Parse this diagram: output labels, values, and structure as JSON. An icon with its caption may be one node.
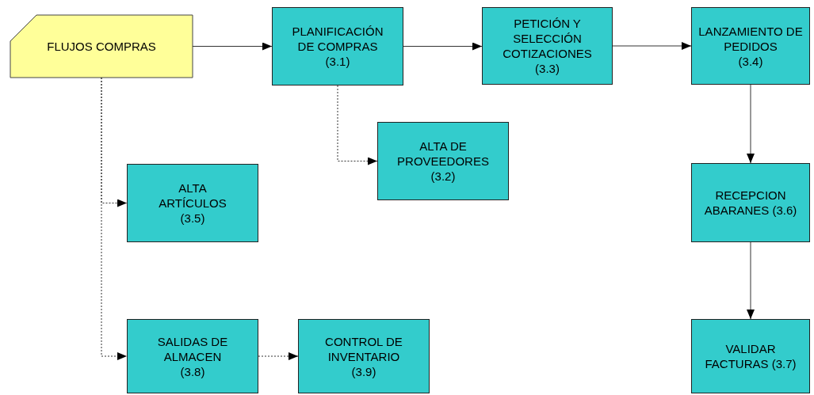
{
  "diagram": {
    "nodes": [
      {
        "text": [
          "FLUJOS COMPRAS"
        ]
      },
      {
        "text": [
          "PLANIFICACIÓN DE COMPRAS",
          "(3.1)"
        ]
      },
      {
        "text": [
          "ALTA DE PROVEEDORES",
          "(3.2)"
        ]
      },
      {
        "text": [
          "PETICIÓN Y SELECCIÓN COTIZACIONES",
          "(3.3)"
        ]
      },
      {
        "text": [
          "LANZAMIENTO DE PEDIDOS",
          "(3.4)"
        ]
      },
      {
        "text": [
          "ALTA ARTÍCULOS",
          "(3.5)"
        ]
      },
      {
        "text": [
          "RECEPCION ABARANES (3.6)"
        ]
      },
      {
        "text": [
          "SALIDAS DE ALMACEN",
          "(3.8)"
        ]
      },
      {
        "text": [
          "CONTROL DE INVENTARIO",
          "(3.9)"
        ]
      },
      {
        "text": [
          "VALIDAR FACTURAS (3.7)"
        ]
      }
    ],
    "edges": [
      {
        "from": 0,
        "to": 1,
        "arrow": "to"
      },
      {
        "from": 1,
        "to": 3,
        "arrow": "to"
      },
      {
        "from": 3,
        "to": 4,
        "arrow": "to"
      },
      {
        "from": 1,
        "to": 2,
        "arrow": "to",
        "style": "dashed"
      },
      {
        "from": 0,
        "to": 5,
        "arrow": "to",
        "style": "dashed"
      },
      {
        "from": 4,
        "to": 6,
        "arrow": "to"
      },
      {
        "from": 0,
        "to": 7,
        "arrow": "to",
        "style": "dashed"
      },
      {
        "from": 7,
        "to": 8,
        "arrow": "to",
        "style": "dashed"
      },
      {
        "from": 6,
        "to": 9,
        "arrow": "to"
      }
    ]
  }
}
